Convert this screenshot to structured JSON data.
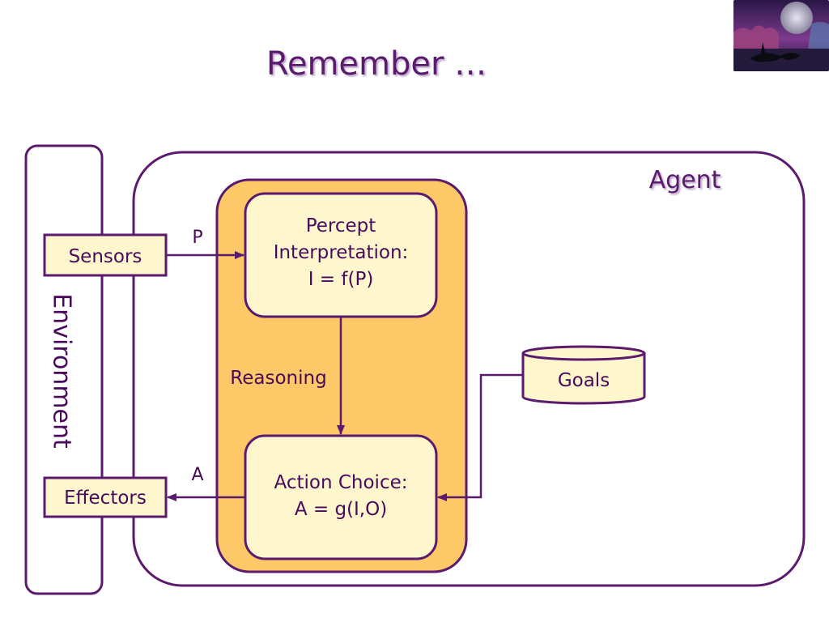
{
  "slide": {
    "title": "Remember …"
  },
  "diagram": {
    "environment_label": "Environment",
    "agent_label": "Agent",
    "sensors_label": "Sensors",
    "effectors_label": "Effectors",
    "percept_label": "P",
    "action_label": "A",
    "reasoning_label": "Reasoning",
    "perception_box": {
      "line1": "Percept",
      "line2": "Interpretation:",
      "line3": "I = f(P)"
    },
    "action_box": {
      "line1": "Action Choice:",
      "line2": "A = g(I,O)"
    },
    "goals_label": "Goals"
  },
  "colors": {
    "outline": "#5b1a6e",
    "reasoning_fill": "#fdc968",
    "box_fill": "#fef6cd",
    "title": "#5b1a6e"
  }
}
